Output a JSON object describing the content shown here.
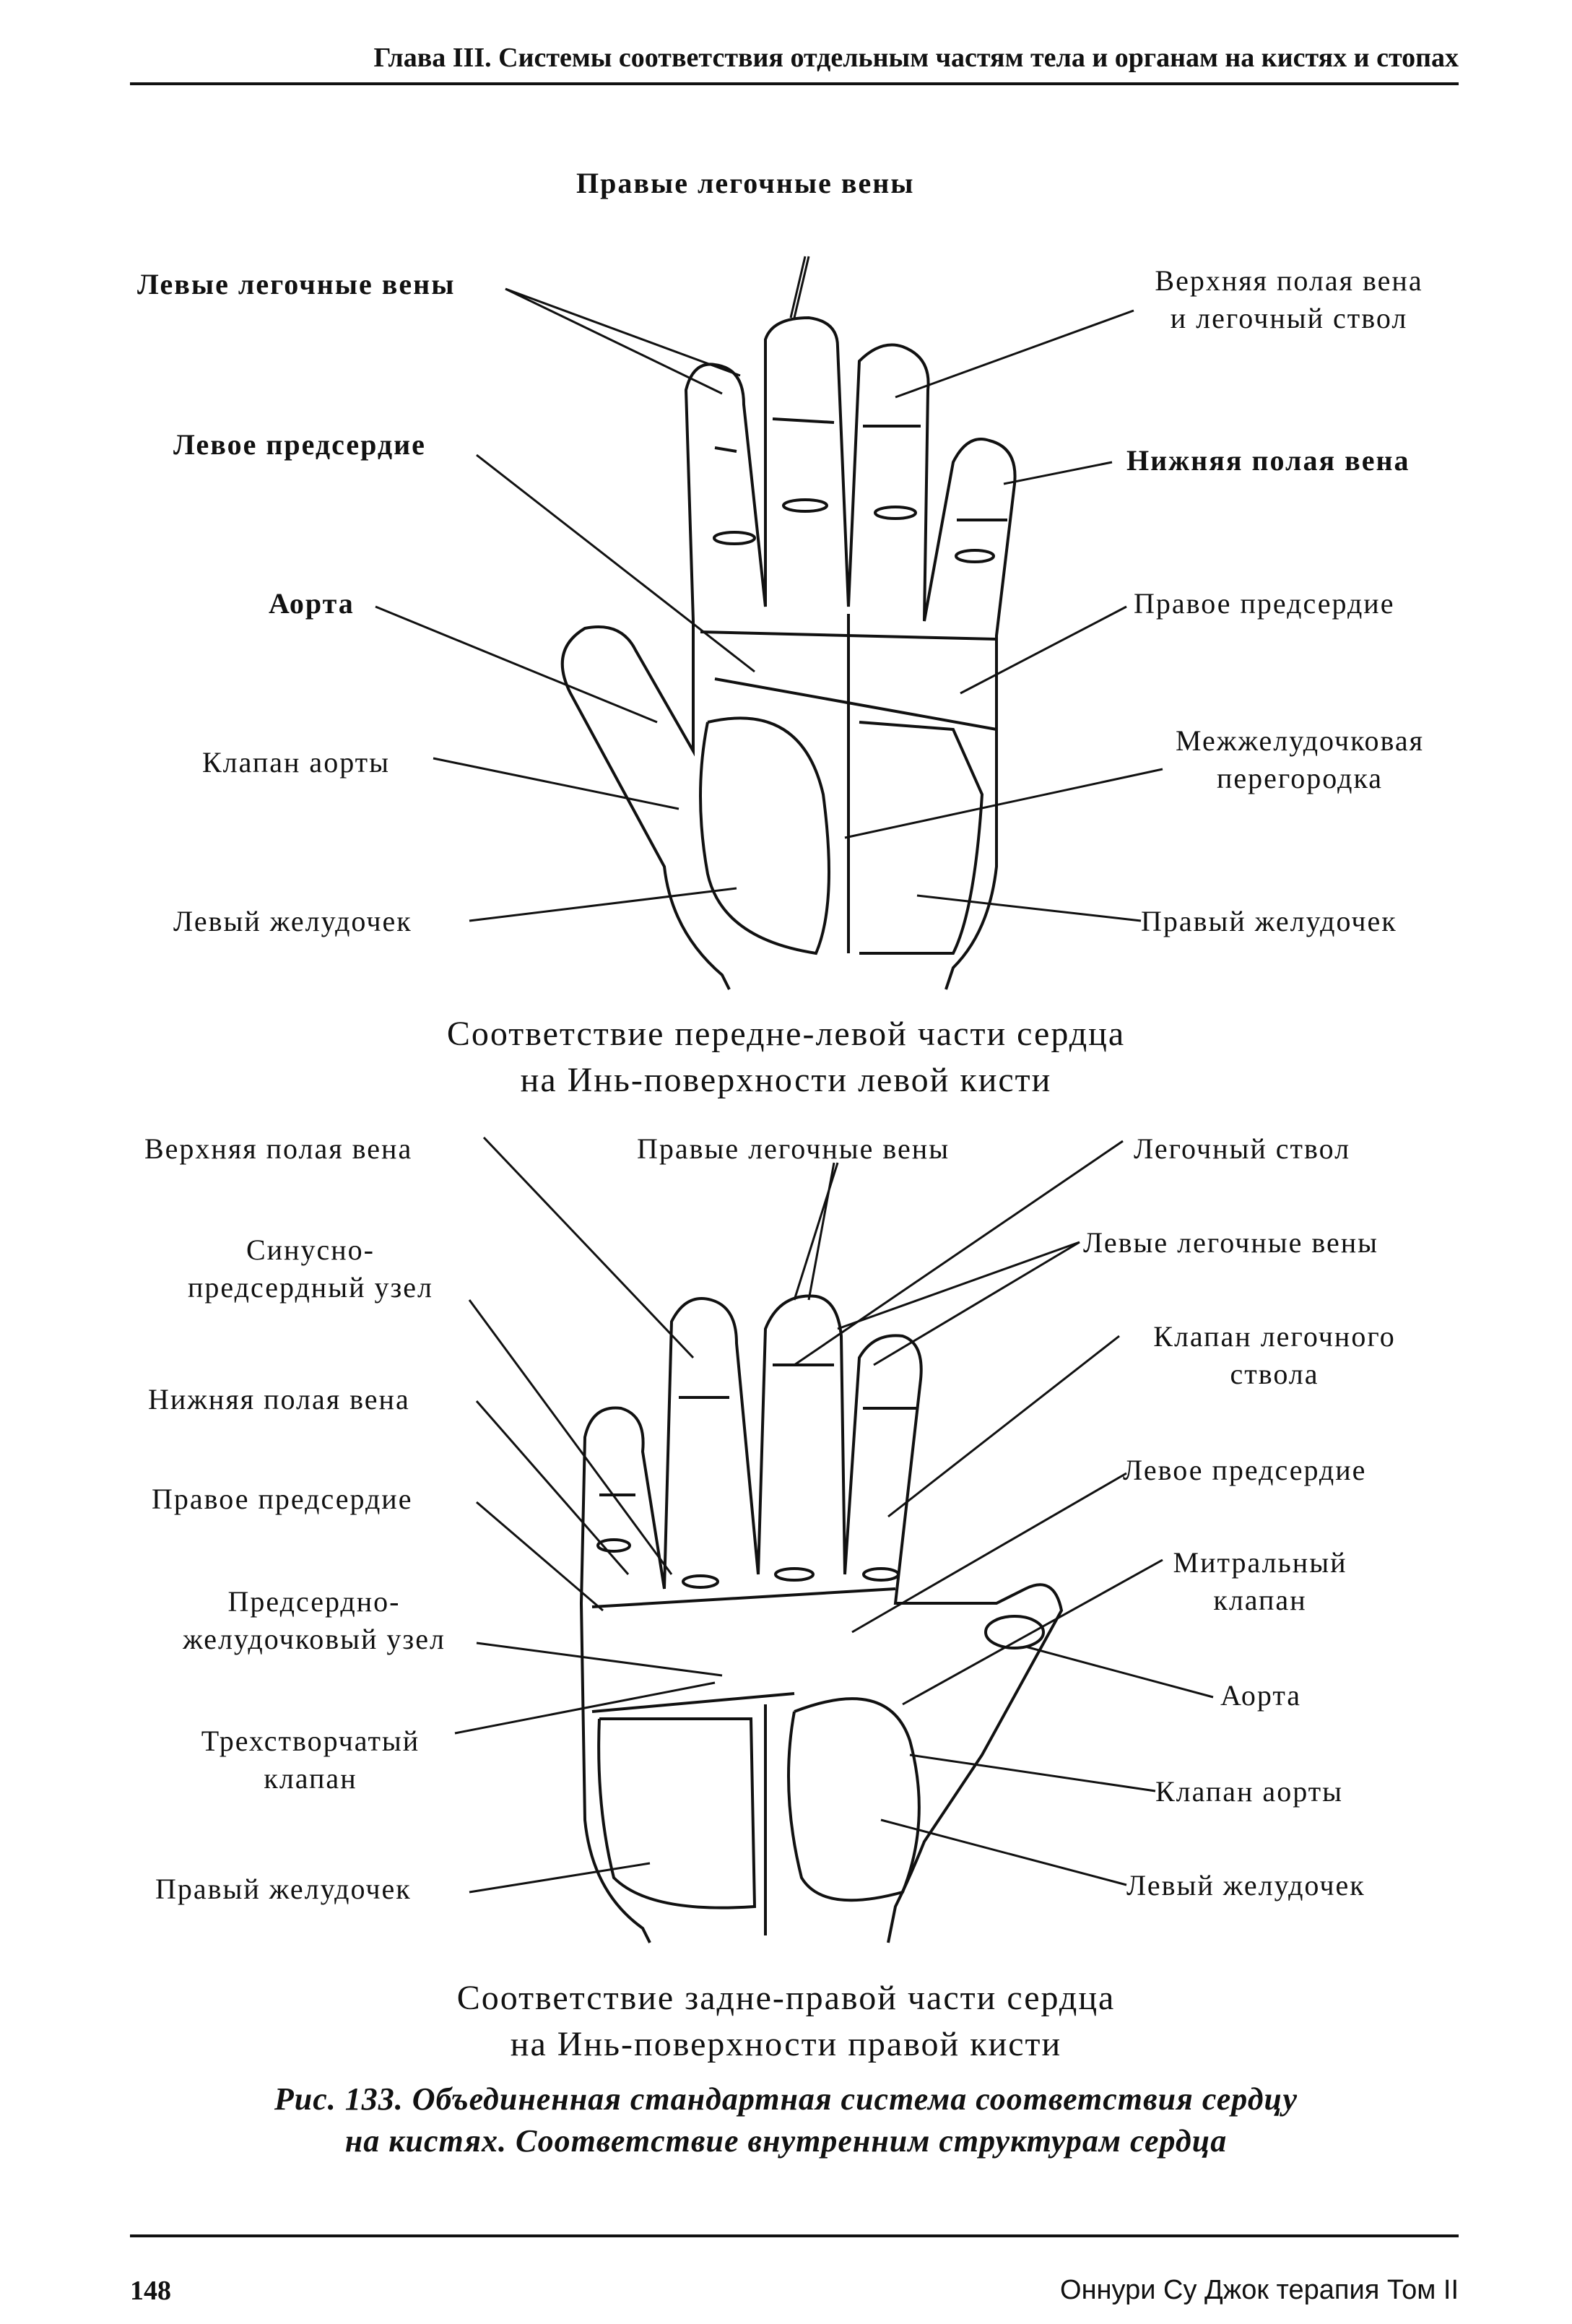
{
  "header": "Глава III. Системы соответствия отдельным частям тела и органам на кистях и стопах",
  "top_figure": {
    "labels": {
      "right_pulm_veins": "Правые легочные вены",
      "left_pulm_veins": "Левые легочные вены",
      "svc_line1": "Верхняя полая вена",
      "svc_line2": "и легочный ствол",
      "left_atrium": "Левое предсердие",
      "ivc": "Нижняя полая вена",
      "aorta": "Аорта",
      "right_atrium": "Правое предсердие",
      "aortic_valve": "Клапан аорты",
      "septum_line1": "Межжелудочковая",
      "septum_line2": "перегородка",
      "left_ventricle": "Левый желудочек",
      "right_ventricle": "Правый желудочек"
    },
    "caption_line1": "Соответствие передне-левой части сердца",
    "caption_line2": "на Инь-поверхности левой кисти"
  },
  "bottom_figure": {
    "labels": {
      "svc": "Верхняя полая вена",
      "right_pulm_veins": "Правые легочные вены",
      "pulm_trunk": "Легочный ствол",
      "sa_node_line1": "Синусно-",
      "sa_node_line2": "предсердный узел",
      "left_pulm_veins": "Левые легочные вены",
      "pulm_valve_line1": "Клапан легочного",
      "pulm_valve_line2": "ствола",
      "ivc": "Нижняя полая вена",
      "left_atrium": "Левое предсердие",
      "right_atrium": "Правое предсердие",
      "mitral_line1": "Митральный",
      "mitral_line2": "клапан",
      "av_node_line1": "Предсердно-",
      "av_node_line2": "желудочковый узел",
      "aorta": "Аорта",
      "tricuspid_line1": "Трехстворчатый",
      "tricuspid_line2": "клапан",
      "aortic_valve": "Клапан аорты",
      "right_ventricle": "Правый желудочек",
      "left_ventricle": "Левый желудочек"
    },
    "caption_line1": "Соответствие задне-правой части сердца",
    "caption_line2": "на Инь-поверхности правой кисти"
  },
  "figure_caption_line1": "Рис. 133. Объединенная стандартная система соответствия сердцу",
  "figure_caption_line2": "на кистях. Соответствие внутренним структурам сердца",
  "footer": {
    "page_number": "148",
    "book": "Оннури Су Джок терапия  Том II"
  }
}
